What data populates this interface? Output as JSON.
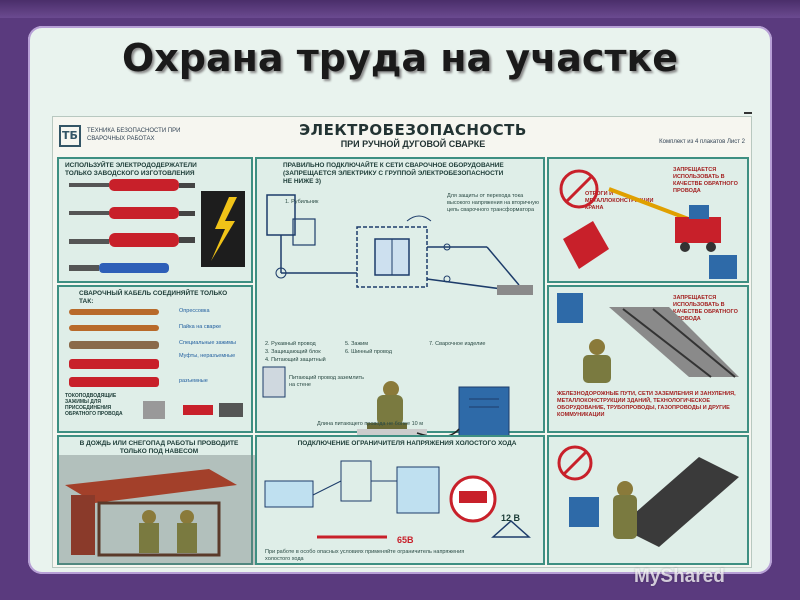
{
  "slide": {
    "title": "Охрана труда на участке"
  },
  "poster": {
    "logo": "ТБ",
    "header_small": "ТЕХНИКА БЕЗОПАСНОСТИ ПРИ СВАРОЧНЫХ РАБОТАХ",
    "title": "ЭЛЕКТРОБЕЗОПАСНОСТЬ",
    "subtitle": "ПРИ РУЧНОЙ ДУГОВОЙ СВАРКЕ",
    "sheet_label": "Комплект из 4 плакатов  Лист 2",
    "panels": {
      "holders": {
        "caption": "ИСПОЛЬЗУЙТЕ ЭЛЕКТРОДОДЕРЖАТЕЛИ ТОЛЬКО ЗАВОДСКОГО ИЗГОТОВЛЕНИЯ"
      },
      "connection": {
        "caption": "ПРАВИЛЬНО ПОДКЛЮЧАЙТЕ К СЕТИ СВАРОЧНОЕ ОБОРУДОВАНИЕ (запрещается электрику с группой электробезопасности не ниже 3)",
        "legend": [
          "1. Рубильник",
          "2. Рукавный провод",
          "3. Защищающий блок",
          "4. Питающий защитный",
          "5. Зажим",
          "6. Шинный провод",
          "7. Сварочное изделие"
        ],
        "note_right": "Для защиты от перехода тока высокого напряжения на вторичную цепь сварочного трансформатора",
        "note_mid": "Питающий провод заземлить на стене"
      },
      "crane": {
        "caption": "ЗАПРЕЩАЕТСЯ ИСПОЛЬЗОВАТЬ В КАЧЕСТВЕ ОБРАТНОГО ПРОВОДА",
        "tag": "ОТРОГИ И МЕТАЛЛОКОНСТРУКЦИИ КРАНА"
      },
      "cable": {
        "caption": "СВАРОЧНЫЙ КАБЕЛЬ СОЕДИНЯЙТЕ ТОЛЬКО ТАК:",
        "items": [
          "Опрессовка",
          "Пайка на сварке",
          "Специальные зажимы",
          "Муфты, неразъемные",
          "разъемные"
        ],
        "tokoprovod": "ТОКОПОДВОДЯЩИЕ ЗАЖИМЫ ДЛЯ ПРИСОЕДИНЕНИЯ ОБРАТНОГО ПРОВОДА"
      },
      "rails": {
        "caption": "ЗАПРЕЩАЕТСЯ ИСПОЛЬЗОВАТЬ В КАЧЕСТВЕ ОБРАТНОГО ПРОВОДА",
        "tag": "ЖЕЛЕЗНОДОРОЖНЫЕ ПУТИ, СЕТИ ЗАЗЕМЛЕНИЯ И ЗАНУЛЕНИЯ, МЕТАЛЛОКОНСТРУКЦИИ ЗДАНИЙ, ТЕХНОЛОГИЧЕСКОЕ ОБОРУДОВАНИЕ, ТРУБОПРОВОДЫ, ГАЗОПРОВОДЫ И ДРУГИЕ КОММУНИКАЦИИ"
      },
      "rain": {
        "caption": "В ДОЖДЬ ИЛИ СНЕГОПАД РАБОТЫ ПРОВОДИТЕ ТОЛЬКО ПОД НАВЕСОМ"
      },
      "limiter": {
        "caption": "ПОДКЛЮЧЕНИЕ ОГРАНИЧИТЕЛЯ НАПРЯЖЕНИЯ ХОЛОСТОГО ХОДА",
        "voltage_high": "65В",
        "voltage_low": "12 В",
        "note": "При работе в особо опасных условиях применяйте ограничитель напряжения холостого хода"
      },
      "pipe": {
        "caption": ""
      }
    },
    "cable_len": "Длина питающего провода не более 10 м"
  },
  "watermark": "MyShared",
  "colors": {
    "frame": "#5a3a7e",
    "slide": "#e9f3ee",
    "panel_border": "#3e8f82",
    "panel_bg": "#dfeee8"
  }
}
